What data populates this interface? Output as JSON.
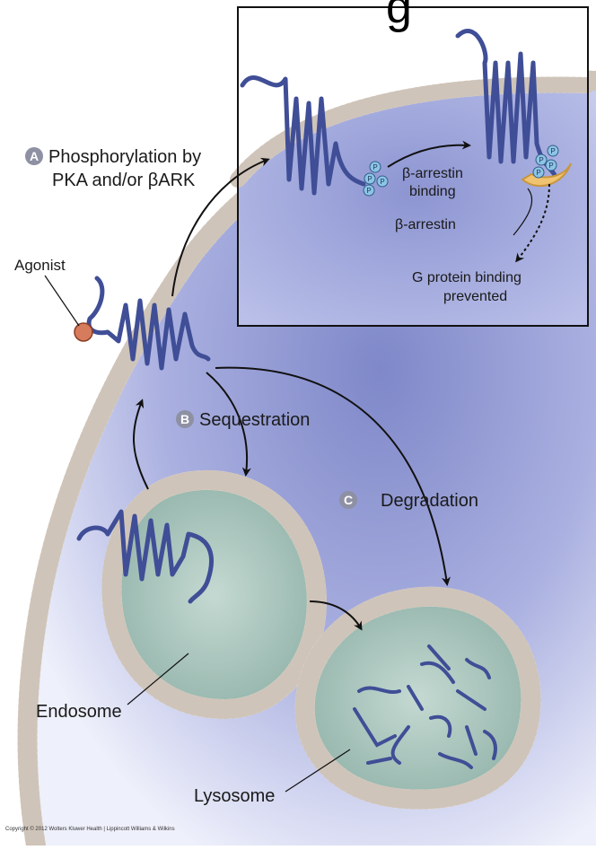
{
  "header": {
    "cut_text": "g"
  },
  "labels": {
    "phosphorylation_badge": "A",
    "phosphorylation_line1": "Phosphorylation by",
    "phosphorylation_line2": "PKA and/or βARK",
    "agonist": "Agonist",
    "arrestin_binding_line1": "β-arrestin",
    "arrestin_binding_line2": "binding",
    "arrestin": "β-arrestin",
    "gprotein_line1": "G protein binding",
    "gprotein_line2": "prevented",
    "sequestration_badge": "B",
    "sequestration": "Sequestration",
    "degradation_badge": "C",
    "degradation": "Degradation",
    "endosome": "Endosome",
    "lysosome": "Lysosome",
    "phosphate": "P"
  },
  "copyright": "Copyright © 2012 Wolters Kluwer Health | Lippincott Williams & Wilkins",
  "colors": {
    "cytoplasm": "#b9bde6",
    "membrane": "#d7cfc6",
    "receptor": "#3f4e96",
    "vesicle_lumen": "#9fbfb5",
    "phosphate": "#8ec4e6",
    "arrestin": "#efc370",
    "agonist": "#d67b5b"
  }
}
